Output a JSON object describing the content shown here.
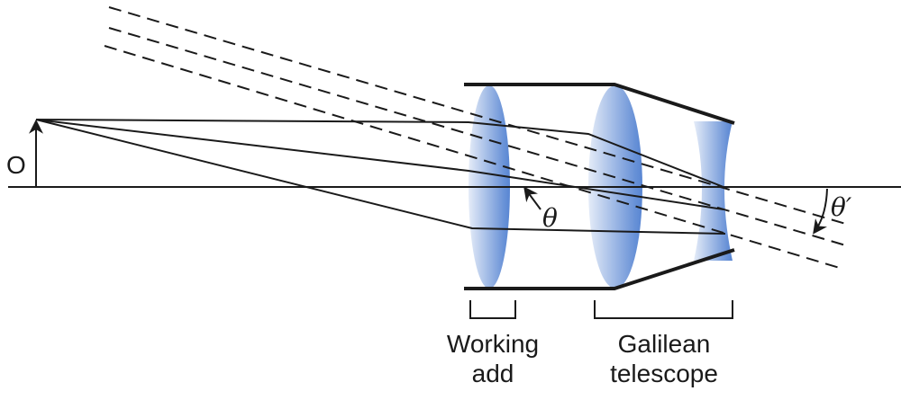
{
  "labels": {
    "object": "O",
    "theta": "θ",
    "theta_prime": "θ′",
    "working_add_line1": "Working",
    "working_add_line2": "add",
    "galilean_line1": "Galilean",
    "galilean_line2": "telescope"
  },
  "colors": {
    "lens": "#4f7fd0",
    "line": "#1a1a1a"
  }
}
